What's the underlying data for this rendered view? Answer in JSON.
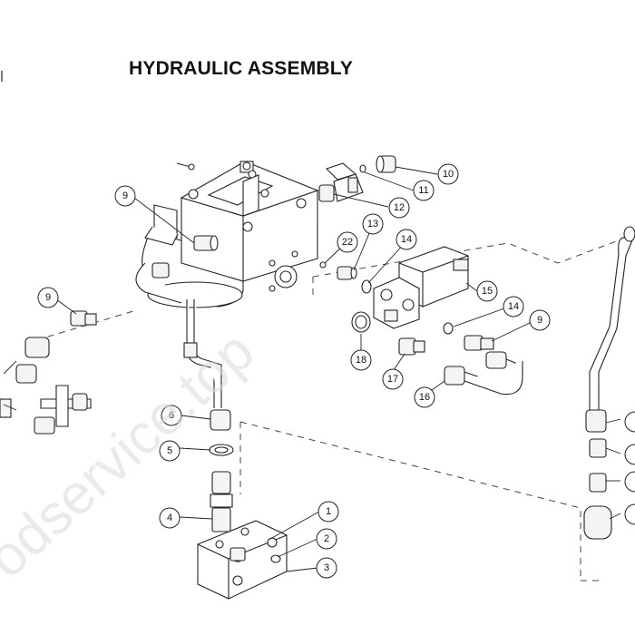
{
  "diagram": {
    "title": "HYDRAULIC ASSEMBLY",
    "watermark": "odservice.top",
    "callouts": [
      {
        "id": "c10",
        "label": "10"
      },
      {
        "id": "c11",
        "label": "11"
      },
      {
        "id": "c12",
        "label": "12"
      },
      {
        "id": "c9a",
        "label": "9"
      },
      {
        "id": "c22",
        "label": "22"
      },
      {
        "id": "c13",
        "label": "13"
      },
      {
        "id": "c14a",
        "label": "14"
      },
      {
        "id": "c15",
        "label": "15"
      },
      {
        "id": "c9b",
        "label": "9"
      },
      {
        "id": "c14b",
        "label": "14"
      },
      {
        "id": "c9c",
        "label": "9"
      },
      {
        "id": "c18",
        "label": "18"
      },
      {
        "id": "c17",
        "label": "17"
      },
      {
        "id": "c16",
        "label": "16"
      },
      {
        "id": "c6",
        "label": "6"
      },
      {
        "id": "c5",
        "label": "5"
      },
      {
        "id": "c4",
        "label": "4"
      },
      {
        "id": "c1",
        "label": "1"
      },
      {
        "id": "c2",
        "label": "2"
      },
      {
        "id": "c3",
        "label": "3"
      }
    ]
  }
}
